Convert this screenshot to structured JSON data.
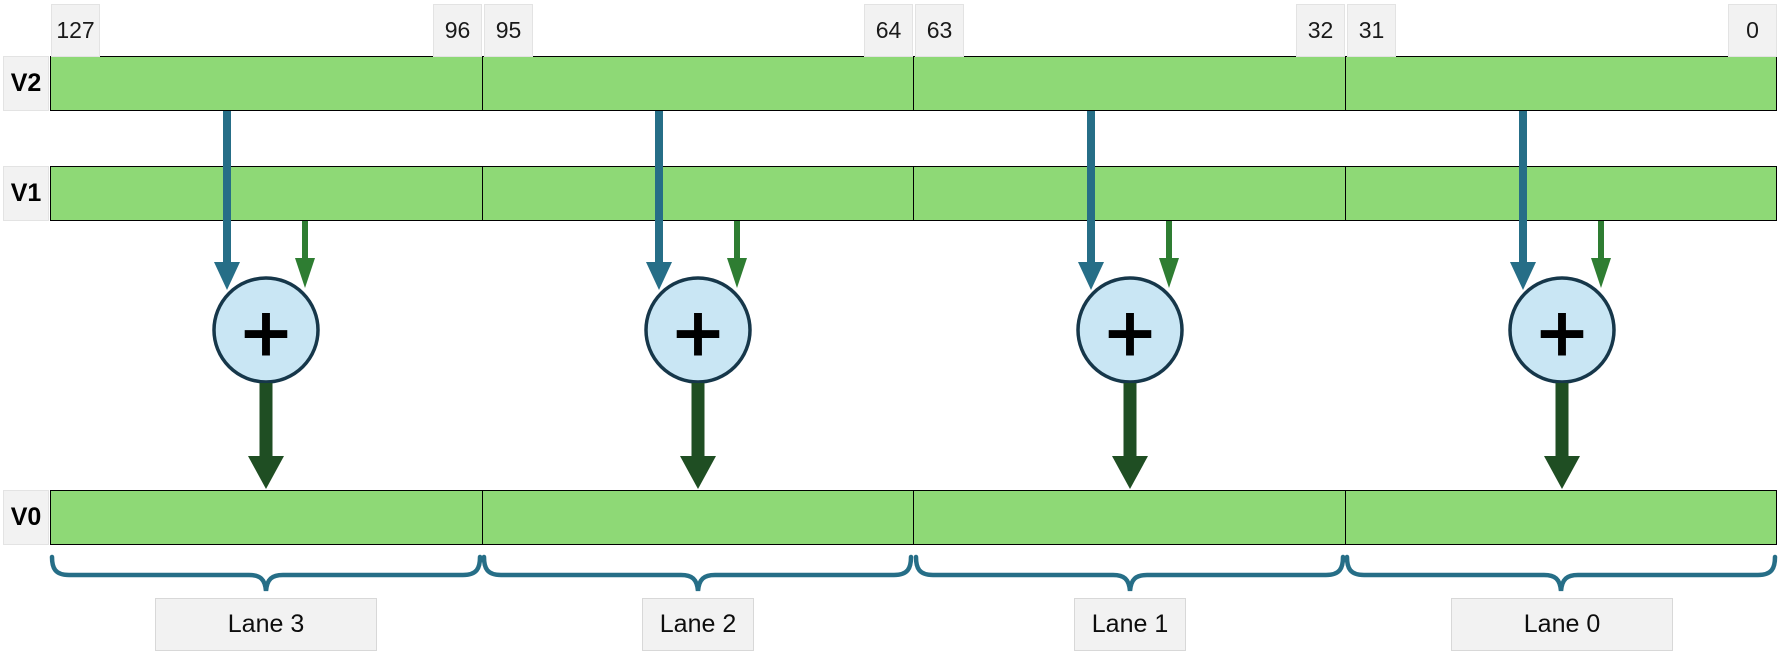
{
  "bits": [
    "127",
    "96",
    "95",
    "64",
    "63",
    "32",
    "31",
    "0"
  ],
  "registers": {
    "v2": "V2",
    "v1": "V1",
    "v0": "V0"
  },
  "operator": "+",
  "lanes": [
    "Lane 3",
    "Lane 2",
    "Lane 1",
    "Lane 0"
  ],
  "colors": {
    "register_fill": "#8ED976",
    "register_border": "#000000",
    "adder_fill": "#C9E6F4",
    "adder_border": "#16374A",
    "v2_arrow": "#266E87",
    "v1_arrow": "#2E7D32",
    "result_arrow": "#1F4E23",
    "brace": "#266E87",
    "label_box_fill": "#F2F2F2"
  }
}
